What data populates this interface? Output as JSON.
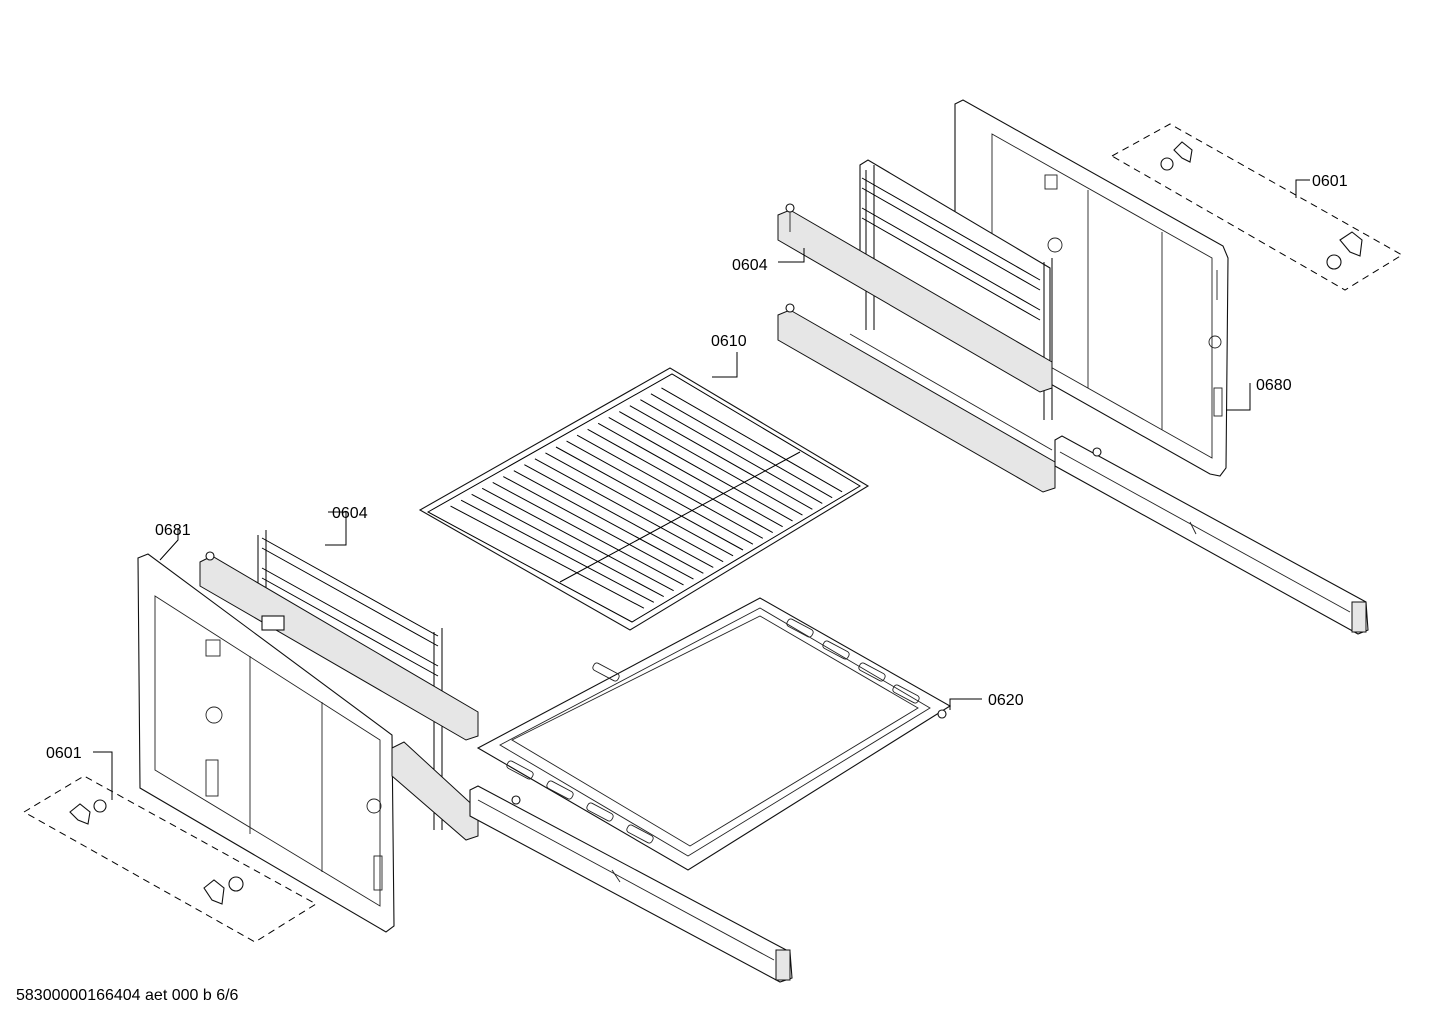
{
  "labels": {
    "l0601_right": "0601",
    "l0604_right": "0604",
    "l0610": "0610",
    "l0680": "0680",
    "l0681": "0681",
    "l0604_left": "0604",
    "l0620": "0620",
    "l0601_left": "0601"
  },
  "footer": "58300000166404 aet 000 b 6/6",
  "colors": {
    "line": "#000000",
    "background": "#ffffff",
    "shade": "#e6e6e6"
  }
}
